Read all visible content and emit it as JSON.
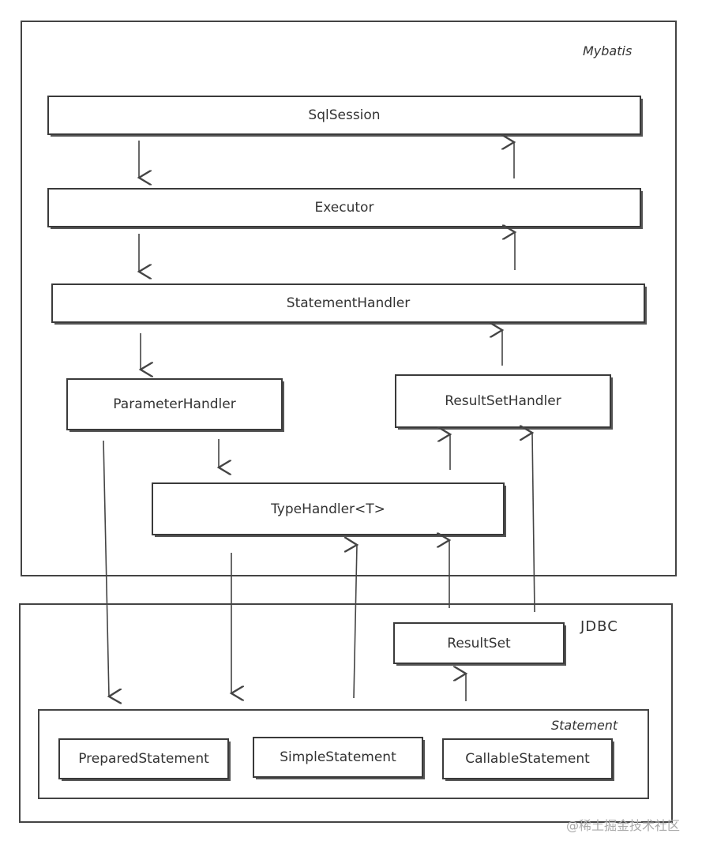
{
  "mybatis": {
    "title": "Mybatis",
    "sql_session": "SqlSession",
    "executor": "Executor",
    "statement_handler": "StatementHandler",
    "parameter_handler": "ParameterHandler",
    "result_set_handler": "ResultSetHandler",
    "type_handler": "TypeHandler<T>"
  },
  "jdbc": {
    "title": "JDBC",
    "result_set": "ResultSet",
    "statement": {
      "title": "Statement",
      "prepared": "PreparedStatement",
      "simple": "SimpleStatement",
      "callable": "CallableStatement"
    }
  },
  "watermark": "@稀土掘金技术社区"
}
